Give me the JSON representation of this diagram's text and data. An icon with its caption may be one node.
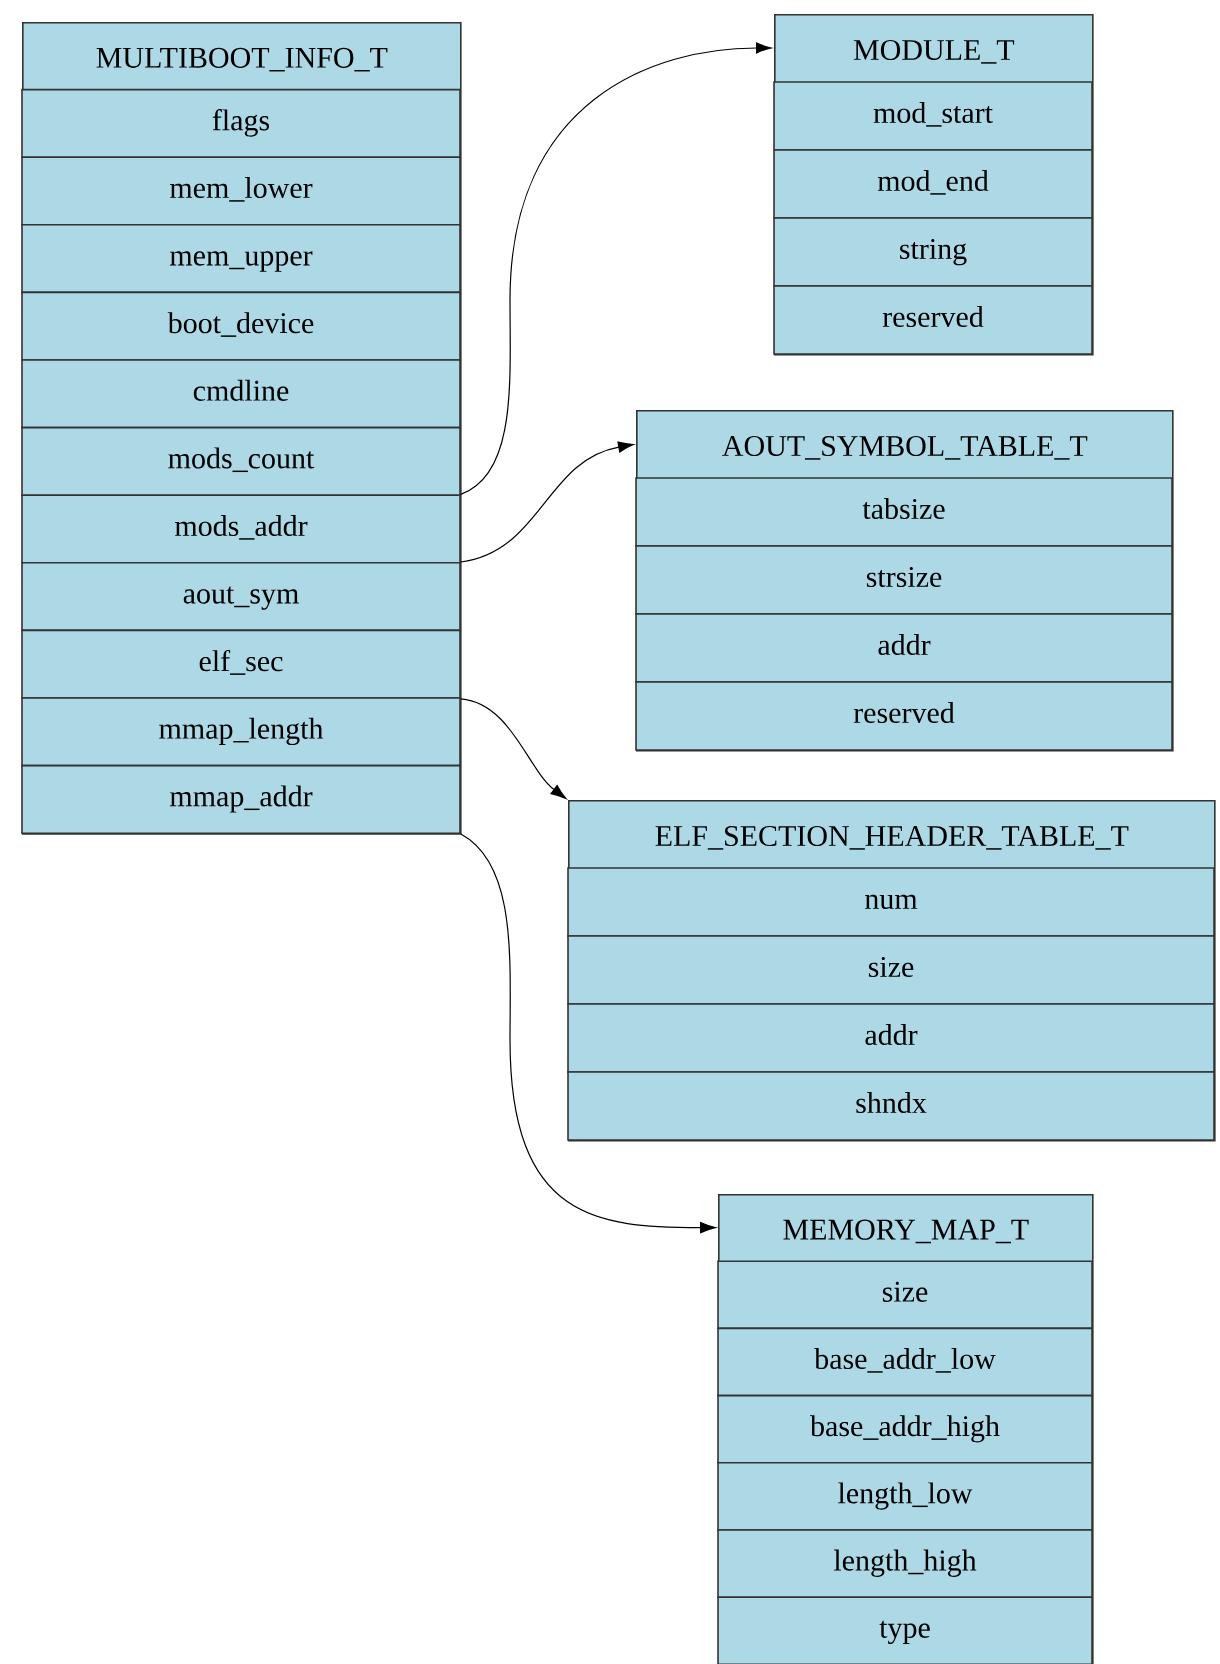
{
  "diagram": {
    "nodes": [
      {
        "text": [
          "MULTIBOOT_INFO_T"
        ]
      },
      {
        "text": [
          "flags"
        ],
        "in": 0
      },
      {
        "text": [
          "mem_lower"
        ],
        "in": 0
      },
      {
        "text": [
          "mem_upper"
        ],
        "in": 0
      },
      {
        "text": [
          "boot_device"
        ],
        "in": 0
      },
      {
        "text": [
          "cmdline"
        ],
        "in": 0
      },
      {
        "text": [
          "mods_count"
        ],
        "in": 0
      },
      {
        "text": [
          "mods_addr"
        ],
        "in": 0
      },
      {
        "text": [
          "aout_sym"
        ],
        "in": 0
      },
      {
        "text": [
          "elf_sec"
        ],
        "in": 0
      },
      {
        "text": [
          "mmap_length"
        ],
        "in": 0
      },
      {
        "text": [
          "mmap_addr"
        ],
        "in": 0
      },
      {
        "text": [
          "MODULE_T"
        ]
      },
      {
        "text": [
          "mod_start"
        ],
        "in": 12
      },
      {
        "text": [
          "mod_end"
        ],
        "in": 12
      },
      {
        "text": [
          "string"
        ],
        "in": 12
      },
      {
        "text": [
          "reserved"
        ],
        "in": 12
      },
      {
        "text": [
          "AOUT_SYMBOL_TABLE_T"
        ]
      },
      {
        "text": [
          "tabsize"
        ],
        "in": 17
      },
      {
        "text": [
          "strsize"
        ],
        "in": 17
      },
      {
        "text": [
          "addr"
        ],
        "in": 17
      },
      {
        "text": [
          "reserved"
        ],
        "in": 17
      },
      {
        "text": [
          "ELF_SECTION_HEADER_TABLE_T"
        ]
      },
      {
        "text": [
          "num"
        ],
        "in": 22
      },
      {
        "text": [
          "size"
        ],
        "in": 22
      },
      {
        "text": [
          "addr"
        ],
        "in": 22
      },
      {
        "text": [
          "shndx"
        ],
        "in": 22
      },
      {
        "text": [
          "MEMORY_MAP_T"
        ]
      },
      {
        "text": [
          "size"
        ],
        "in": 27
      },
      {
        "text": [
          "base_addr_low"
        ],
        "in": 27
      },
      {
        "text": [
          "base_addr_high"
        ],
        "in": 27
      },
      {
        "text": [
          "length_low"
        ],
        "in": 27
      },
      {
        "text": [
          "length_high"
        ],
        "in": 27
      },
      {
        "text": [
          "type"
        ],
        "in": 27
      }
    ],
    "edges": [
      {
        "from": 7,
        "to": 12,
        "arrow": "to"
      },
      {
        "from": 8,
        "to": 17,
        "arrow": "to"
      },
      {
        "from": 9,
        "to": 22,
        "arrow": "to"
      },
      {
        "from": 11,
        "to": 27,
        "arrow": "to"
      }
    ]
  }
}
